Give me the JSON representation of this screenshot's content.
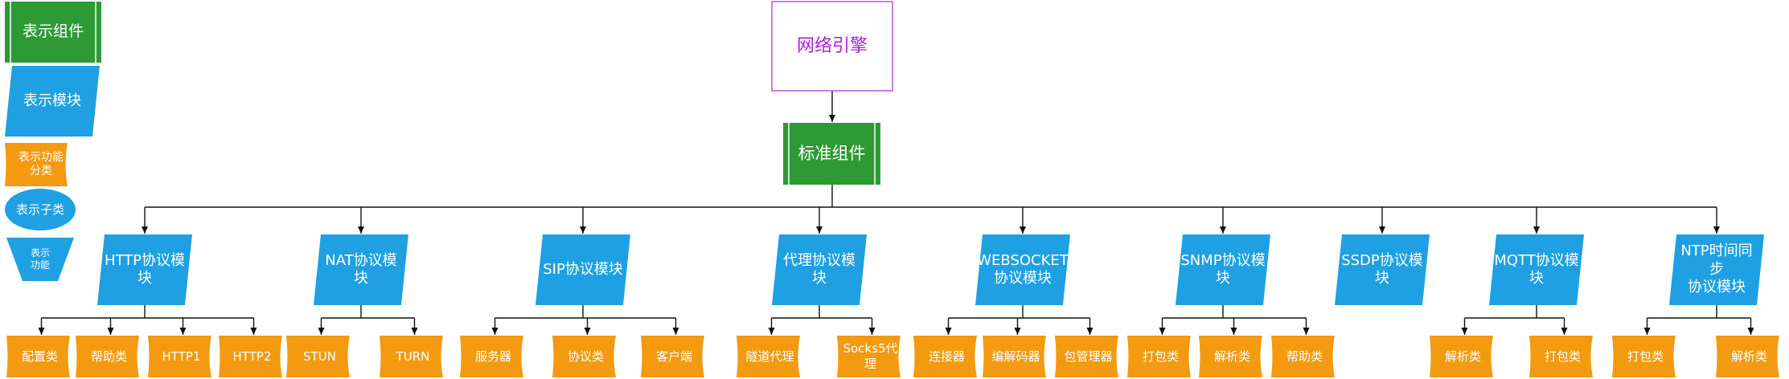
{
  "root": {
    "label": "网络引擎"
  },
  "standard": {
    "label": "标准组件"
  },
  "legend": {
    "component": "表示组件",
    "module": "表示模块",
    "category": "表示功能\n分类",
    "subclass": "表示子类",
    "function": "表示\n功能"
  },
  "modules": [
    {
      "label": "HTTP协议模\n块",
      "children": [
        "配置类",
        "帮助类",
        "HTTP1",
        "HTTP2"
      ]
    },
    {
      "label": "NAT协议模\n块",
      "children": [
        "STUN",
        "TURN"
      ]
    },
    {
      "label": "SIP协议模块",
      "children": [
        "服务器",
        "协议类",
        "客户端"
      ]
    },
    {
      "label": "代理协议模\n块",
      "children": [
        "隧道代理",
        "Socks5代\n理"
      ]
    },
    {
      "label": "WEBSOCKET\n协议模块",
      "children": [
        "连接器",
        "编解码器",
        "包管理器"
      ]
    },
    {
      "label": "SNMP协议模\n块",
      "children": [
        "打包类",
        "解析类",
        "帮助类"
      ]
    },
    {
      "label": "SSDP协议模\n块",
      "children": []
    },
    {
      "label": "MQTT协议模\n块",
      "children": [
        "解析类",
        "打包类"
      ]
    },
    {
      "label": "NTP时间同步\n协议模块",
      "children": [
        "打包类",
        "解析类"
      ]
    }
  ],
  "colors": {
    "green": "#2e9a36",
    "blue": "#1ea0e2",
    "orange": "#f39a10",
    "purple": "#c050e0",
    "line": "#111111"
  }
}
